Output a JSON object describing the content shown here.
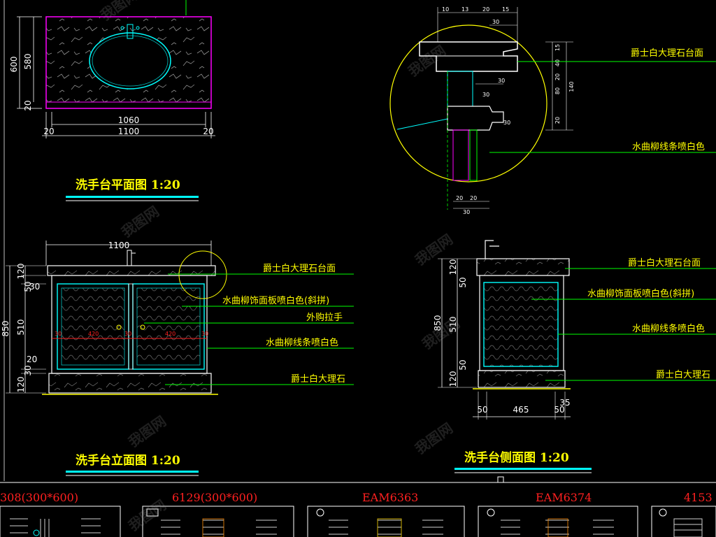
{
  "plan": {
    "title": "洗手台平面图 1:20",
    "dim_overall": "1100",
    "dim_inner": "1060",
    "dim_left_margin": "20",
    "dim_right_margin": "20",
    "dim_depth": "600",
    "dim_inner_depth": "580",
    "dim_front_margin": "20"
  },
  "elevation": {
    "title": "洗手台立面图 1:20",
    "dim_width": "1100",
    "dim_height": "850",
    "dim_top": "120",
    "dim_upper_rail": "50",
    "dim_upper_gap": "30",
    "dim_door": "510",
    "dim_lower_gap": "20",
    "dim_lower_rail": "30",
    "dim_base": "120",
    "dim_stile": "30",
    "dim_panel": "420",
    "dim_mullion": "30",
    "labels": [
      "爵士白大理石台面",
      "水曲柳饰面板喷白色(斜拼)",
      "外购拉手",
      "水曲柳线条喷白色",
      "爵士白大理石"
    ]
  },
  "side": {
    "title": "洗手台侧面图 1:20",
    "dim_height": "850",
    "dim_top": "120",
    "dim_upper_rail": "50",
    "dim_door": "510",
    "dim_lower_rail": "50",
    "dim_base": "120",
    "dim_w_left": "50",
    "dim_w_mid": "465",
    "dim_w_right": "50",
    "dim_w_extra": "35",
    "labels": [
      "爵士白大理石台面",
      "水曲柳饰面板喷白色(斜拼)",
      "水曲柳线条喷白色",
      "爵士白大理石"
    ]
  },
  "detail": {
    "labels": [
      "爵士白大理石台面",
      "水曲柳线条喷白色"
    ],
    "dims_top": [
      "10",
      "13",
      "20",
      "15",
      "30"
    ],
    "dims_right": [
      "15",
      "40",
      "20",
      "80",
      "20",
      "140"
    ],
    "dims_mid": [
      "30",
      "30",
      "30"
    ],
    "dims_bottom": [
      "20",
      "20",
      "30"
    ]
  },
  "catalog": {
    "items": [
      "308(300*600)",
      "6129(300*600)",
      "EAM6363",
      "EAM6374",
      "4153"
    ]
  },
  "watermark": "我图网",
  "colors": {
    "background": "#000000",
    "text": "#ffff00",
    "dimension": "#ffffff",
    "underline": "#00ffff",
    "marble_border": "#ff00ff",
    "catalog_text": "#ff2020"
  }
}
